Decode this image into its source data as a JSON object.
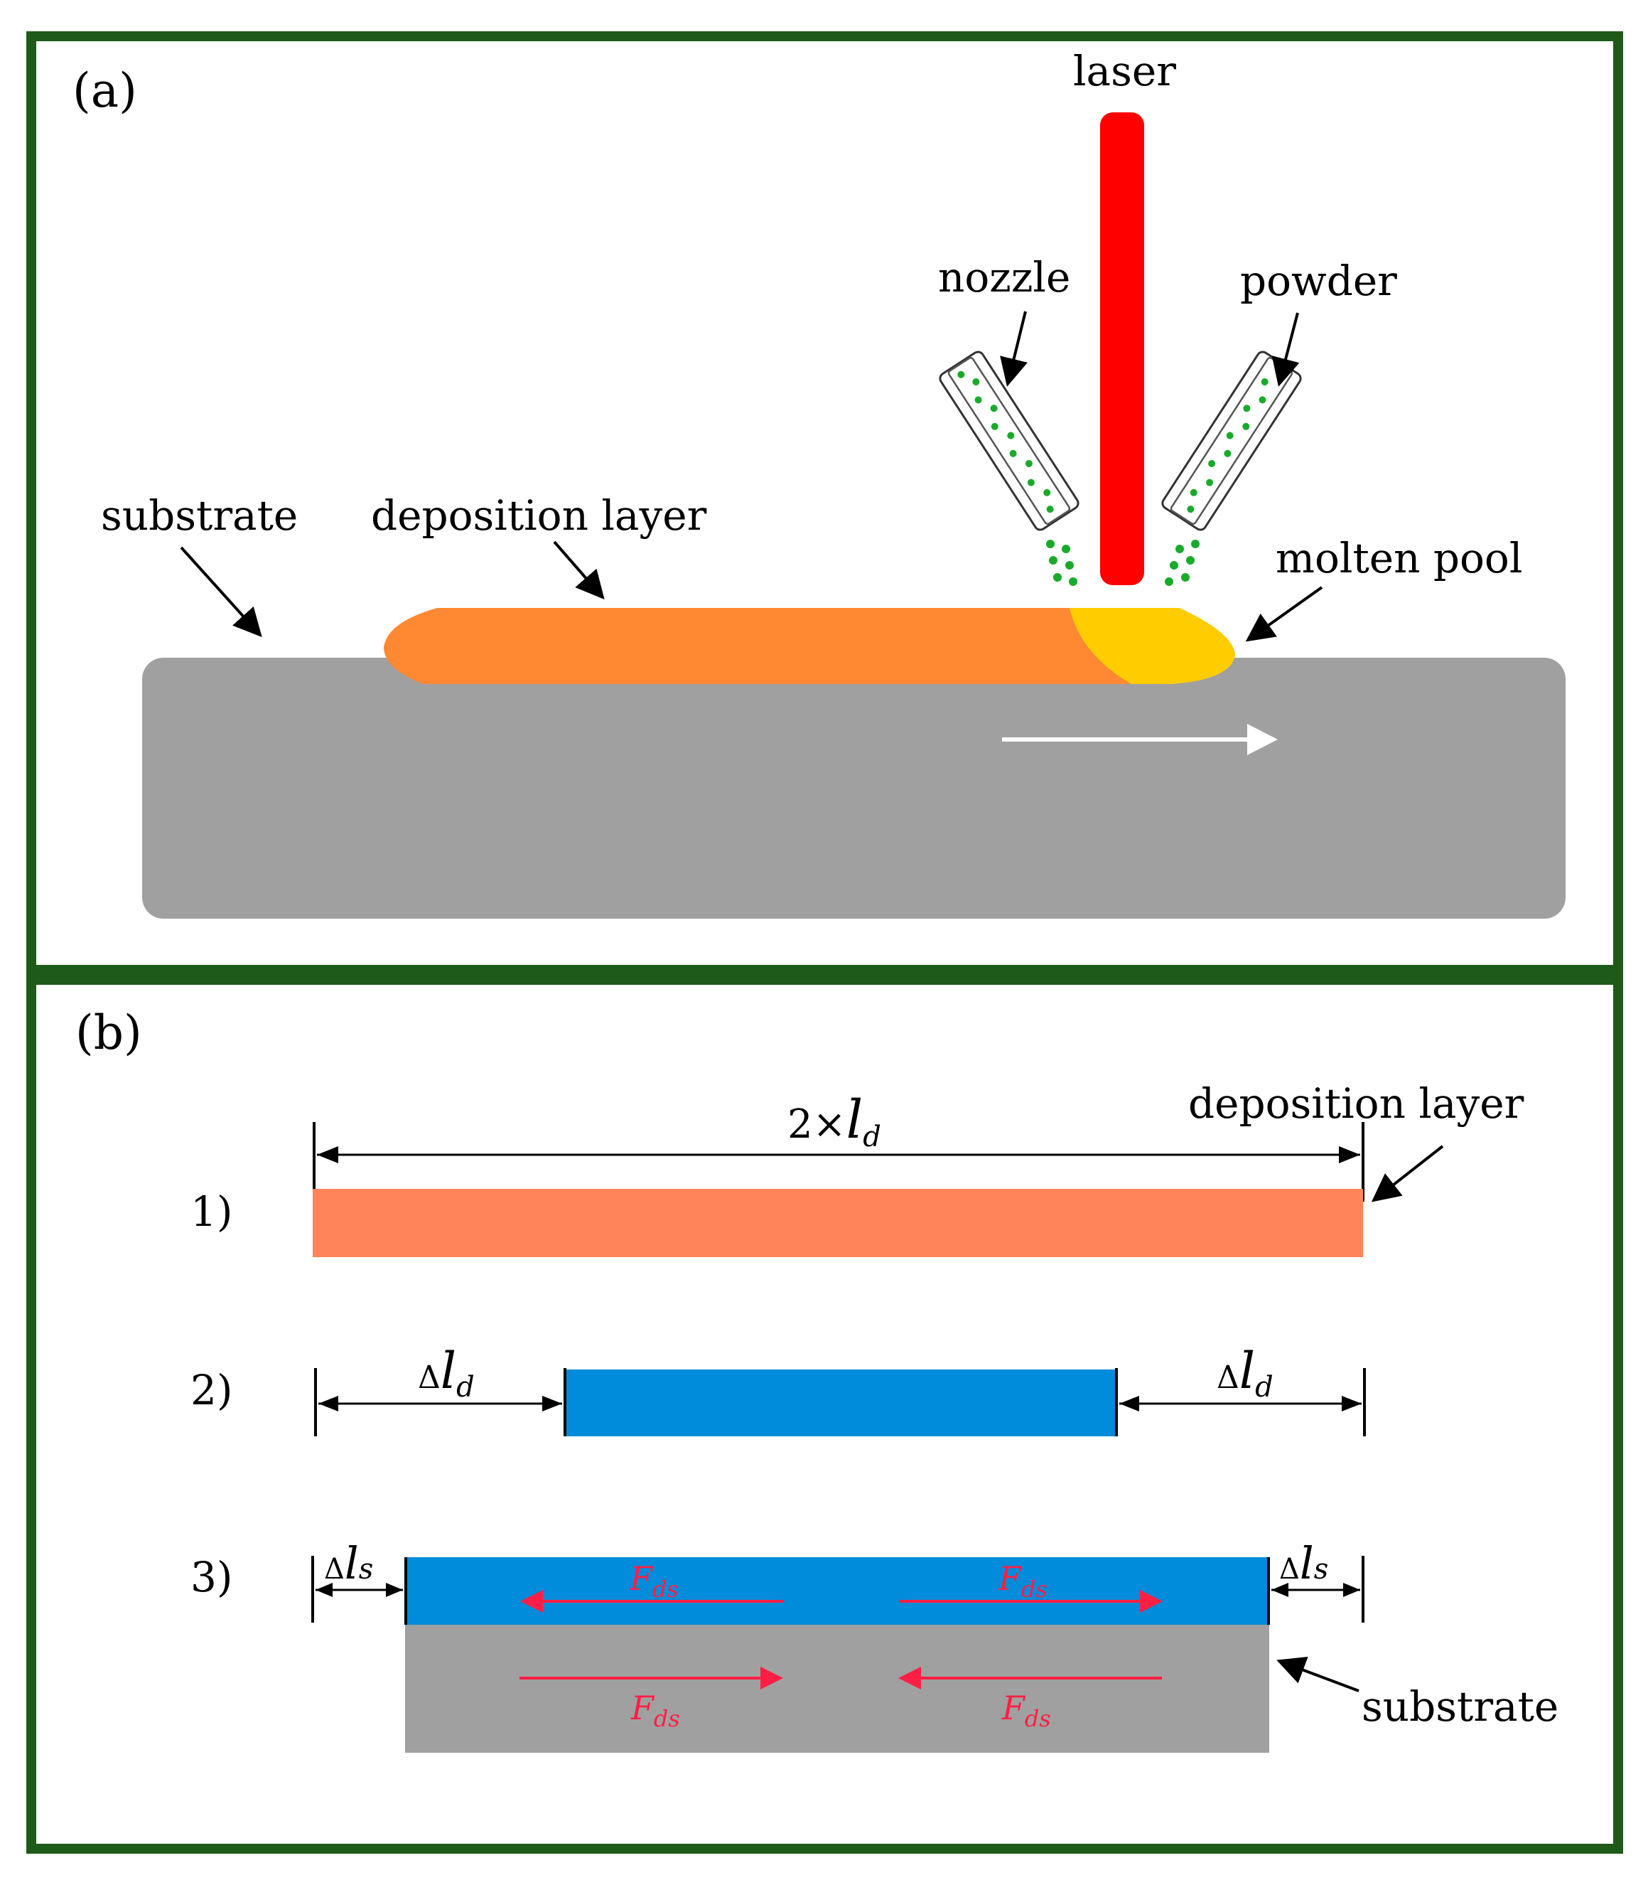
{
  "colors": {
    "frame": "#1e5a18",
    "substrate": "#a0a0a0",
    "deposition_a": "#ff8833",
    "molten_pool": "#ffcc00",
    "laser": "#ff0000",
    "powder": "#1aaa2a",
    "deposition_b1": "#ff845a",
    "deposition_b2": "#008bdb",
    "force_arrow": "#ff1f44",
    "direction_arrow": "#ffffff"
  },
  "panel_a": {
    "label": "(a)",
    "laser": "laser",
    "nozzle": "nozzle",
    "powder": "powder",
    "substrate": "substrate",
    "deposition_layer": "deposition layer",
    "molten_pool": "molten pool"
  },
  "panel_b": {
    "label": "(b)",
    "deposition_layer": "deposition layer",
    "substrate": "substrate",
    "step1": "1)",
    "step2": "2)",
    "step3": "3)",
    "length_prefix": "2×",
    "l_symbol": "l",
    "sub_d": "d",
    "sub_s": "s",
    "delta": "Δ",
    "force_F": "F",
    "force_sub": "ds"
  }
}
